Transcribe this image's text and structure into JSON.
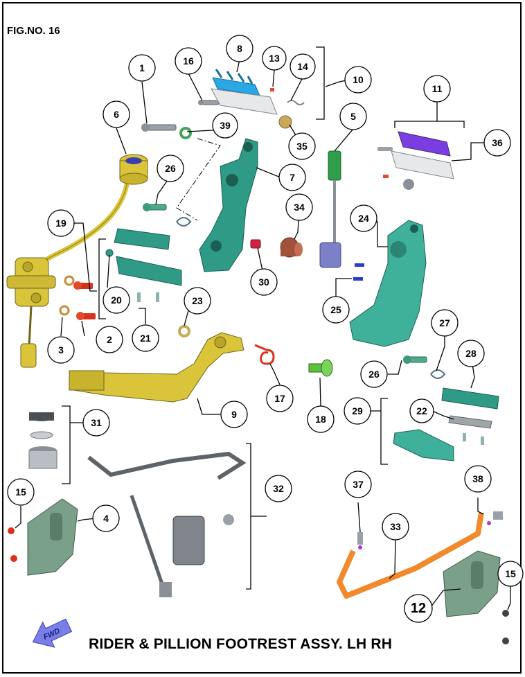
{
  "figure_number": "FIG.NO. 16",
  "title": "RIDER & PILLION FOOTREST ASSY. LH RH",
  "fwd_label": "FWD",
  "colors": {
    "yellow_parts": "#d9c43a",
    "teal_parts": "#2f9a86",
    "green_parts": "#44a35a",
    "orange_parts": "#f08a2c",
    "blue_footpeg_rubber": "#2aa8e6",
    "purple_footpeg_rubber": "#7a3ee0",
    "red_fasteners": "#d8321e",
    "grey_parts": "#8a9096",
    "fwd_arrow": "#7a7fe8"
  },
  "callouts": [
    {
      "num": "1"
    },
    {
      "num": "2"
    },
    {
      "num": "3"
    },
    {
      "num": "4"
    },
    {
      "num": "5"
    },
    {
      "num": "6"
    },
    {
      "num": "7"
    },
    {
      "num": "8"
    },
    {
      "num": "9"
    },
    {
      "num": "10"
    },
    {
      "num": "11"
    },
    {
      "num": "12"
    },
    {
      "num": "13"
    },
    {
      "num": "14"
    },
    {
      "num": "15"
    },
    {
      "num": "15"
    },
    {
      "num": "16"
    },
    {
      "num": "17"
    },
    {
      "num": "18"
    },
    {
      "num": "19"
    },
    {
      "num": "20"
    },
    {
      "num": "21"
    },
    {
      "num": "22"
    },
    {
      "num": "23"
    },
    {
      "num": "24"
    },
    {
      "num": "25"
    },
    {
      "num": "26"
    },
    {
      "num": "26"
    },
    {
      "num": "27"
    },
    {
      "num": "28"
    },
    {
      "num": "29"
    },
    {
      "num": "30"
    },
    {
      "num": "31"
    },
    {
      "num": "32"
    },
    {
      "num": "33"
    },
    {
      "num": "34"
    },
    {
      "num": "35"
    },
    {
      "num": "36"
    },
    {
      "num": "37"
    },
    {
      "num": "38"
    },
    {
      "num": "39"
    }
  ]
}
